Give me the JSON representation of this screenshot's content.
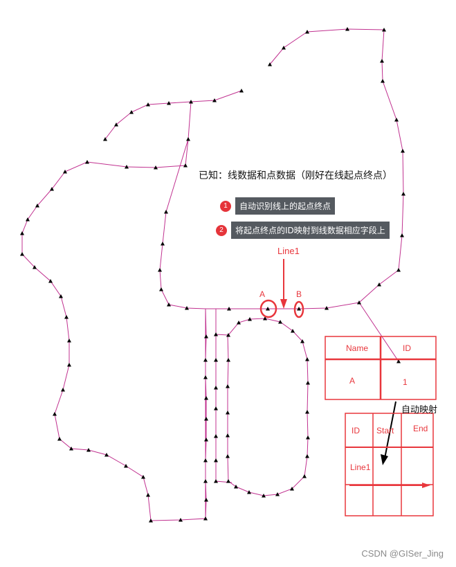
{
  "title": "已知：线数据和点数据（刚好在线起点终点）",
  "steps": [
    {
      "num": "1",
      "label": "自动识别线上的起点终点"
    },
    {
      "num": "2",
      "label": "将起点终点的ID映射到线数据相应字段上"
    }
  ],
  "line_label": "Line1",
  "point_a": "A",
  "point_b": "B",
  "point_table": {
    "headers": [
      "Name",
      "ID"
    ],
    "row": [
      "A",
      "1"
    ]
  },
  "mapping_label": "自动映射",
  "line_table": {
    "headers": [
      "ID",
      "Start",
      "End"
    ],
    "row": [
      "Line1",
      "",
      ""
    ]
  },
  "watermark": "CSDN @GISer_Jing",
  "colors": {
    "line": "#c0308f",
    "accent_red": "#e8363c",
    "step_bg": "#555a60",
    "vertex": "#000000"
  }
}
